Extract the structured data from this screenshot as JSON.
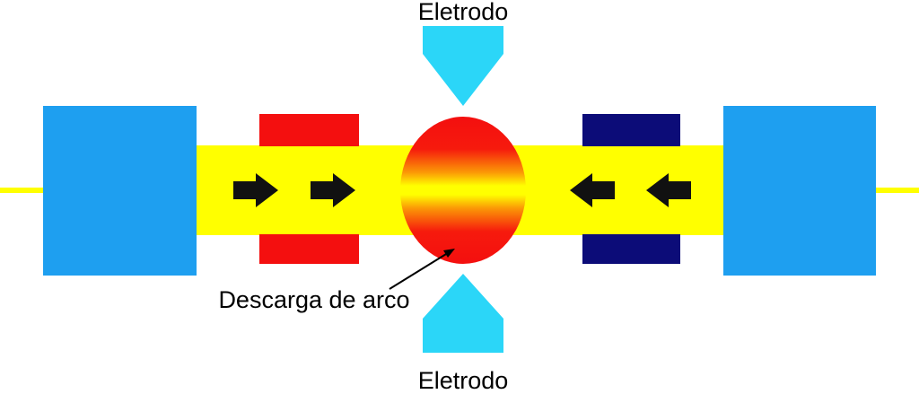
{
  "labels": {
    "electrode_top": "Eletrodo",
    "electrode_bottom": "Eletrodo",
    "arc_discharge": "Descarga de arco"
  },
  "colors": {
    "background": "#ffffff",
    "fiber": "#ffff00",
    "clamp": "#1e9ff0",
    "electrode": "#2bd6f8",
    "left_holder": "#f40f0f",
    "right_holder": "#0c0c78",
    "arc_outer": "#f40f0f",
    "arc_center": "#ffff00",
    "arrow": "#111111"
  },
  "icons": {
    "arrows_left_side": "arrow-right-icon",
    "arrows_right_side": "arrow-left-icon"
  }
}
